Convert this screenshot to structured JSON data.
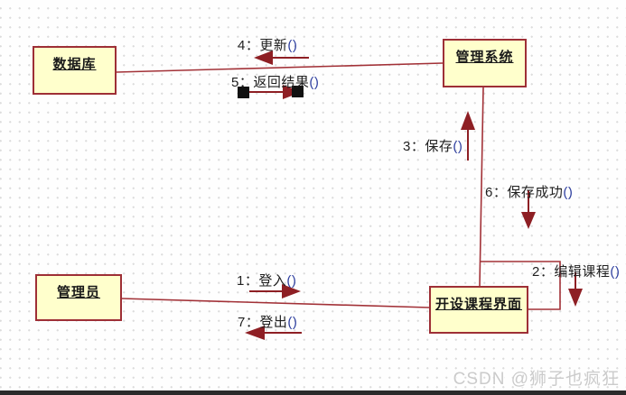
{
  "colors": {
    "line": "#a23137",
    "node_fill": "#ffffcc",
    "node_border": "#9e2f36",
    "arrow": "#8e1f24",
    "handle": "#111111",
    "label_text": "#1f1f1f",
    "label_parens": "#2e3f9f",
    "watermark": "#cbcbcb"
  },
  "nodes": {
    "database": {
      "label": "数据库"
    },
    "management_system": {
      "label": "管理系统"
    },
    "administrator": {
      "label": "管理员"
    },
    "course_ui": {
      "label": "开设课程界面"
    }
  },
  "messages": {
    "m1": {
      "text": "1：登入",
      "parens": "()"
    },
    "m2": {
      "text": "2：编辑课程",
      "parens": "()"
    },
    "m3": {
      "text": "3：保存",
      "parens": "()"
    },
    "m4": {
      "text": "4：更新",
      "parens": "()"
    },
    "m5": {
      "text": "5：返回结果",
      "parens": "()"
    },
    "m6": {
      "text": "6：保存成功",
      "parens": "()"
    },
    "m7": {
      "text": "7：登出",
      "parens": "()"
    }
  },
  "watermark": "CSDN @狮子也疯狂"
}
